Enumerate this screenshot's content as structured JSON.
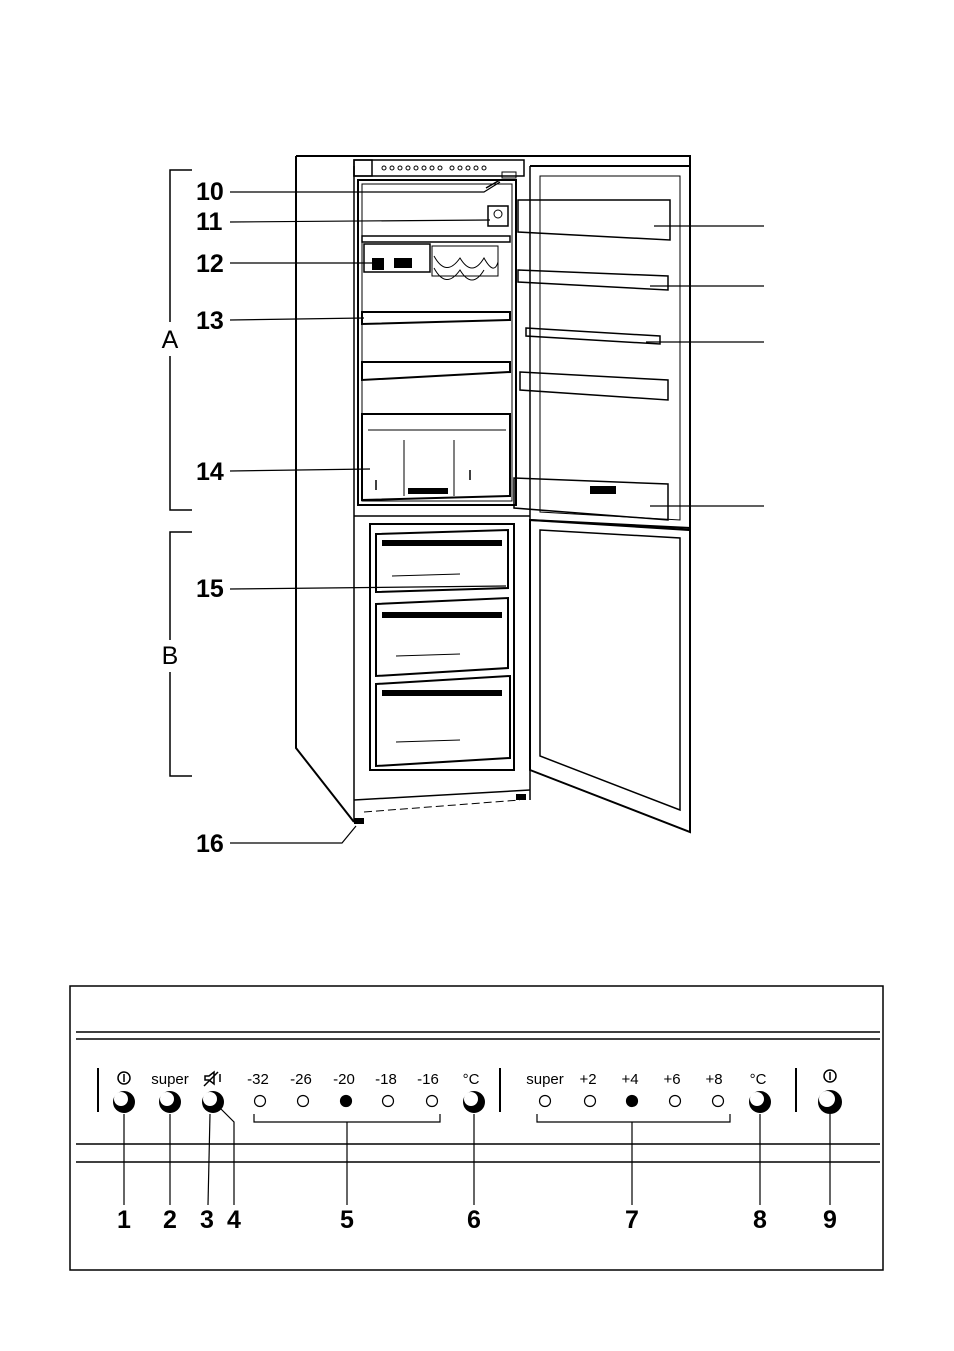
{
  "fridge": {
    "sections": {
      "a": "A",
      "b": "B"
    },
    "callouts": [
      "10",
      "11",
      "12",
      "13",
      "14",
      "15",
      "16"
    ]
  },
  "panel": {
    "labels": {
      "power_left": "I",
      "super_freezer": "super",
      "alarm_off": "alarm-mute-icon",
      "freezer_temps": [
        "-32",
        "-26",
        "-20",
        "-18",
        "-16"
      ],
      "unit_left": "°C",
      "super_fridge": "super",
      "fridge_temps": [
        "+2",
        "+4",
        "+6",
        "+8"
      ],
      "unit_right": "°C",
      "power_right": "I"
    },
    "numbers": [
      "1",
      "2",
      "3",
      "4",
      "5",
      "6",
      "7",
      "8",
      "9"
    ],
    "freezer_selected_index": 2,
    "fridge_selected_index": 1
  }
}
